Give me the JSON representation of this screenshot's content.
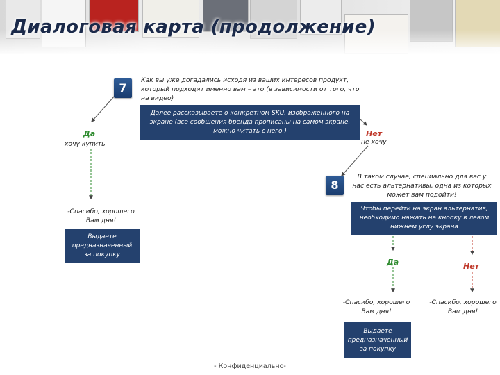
{
  "header": {
    "title": "Диалоговая карта (продолжение)"
  },
  "step7": {
    "number": "7",
    "question": "Как вы уже догадались исходя из ваших интересов продукт, который подходит именно вам – это (в зависимости от того, что на видео)",
    "action": "Далее  рассказываете о конкретном SKU, изображенного на экране (все сообщения бренда прописаны на самом экране, можно читать с него )",
    "yes_label": "Да",
    "yes_sub": "хочу купить",
    "no_label": "Нет",
    "no_sub": "не хочу"
  },
  "left_branch": {
    "thanks": "-Спасибо, хорошего Вам дня!",
    "action": "Выдаете предназначенный за покупку"
  },
  "step8": {
    "number": "8",
    "text": "В таком случае, специально для вас у нас есть альтернативы, одна из которых может вам подойти!",
    "action": "Чтобы перейти на экран альтернатив, необходимо нажать на кнопку в левом нижнем углу экрана",
    "yes_label": "Да",
    "no_label": "Нет",
    "yes_thanks": "-Спасибо, хорошего Вам дня!",
    "yes_action": "Выдаете предназначенный за покупку",
    "no_thanks": "-Спасибо, хорошего Вам дня!"
  },
  "footer": {
    "text": "- Конфиденциально-"
  },
  "colors": {
    "box": "#24416e",
    "yes": "#2e8b2e",
    "no": "#c0392b"
  }
}
